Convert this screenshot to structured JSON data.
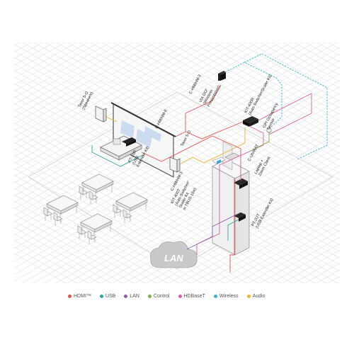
{
  "labels": {
    "tavor_left": [
      "Tavor 5-O",
      "(Speakers)"
    ],
    "c_hm_6": "C-HM/HM-6",
    "c_hm_3_top": "C-HM/HM-3",
    "via_go": [
      "VIA GO²",
      "(Wireless",
      "Presentation)"
    ],
    "kit400r": [
      "KIT-400R",
      "(Auto-Switcher/Scaler Kit)"
    ],
    "gpi": [
      "GPI Occupancy",
      "Sensor"
    ],
    "tavor_right": "Tavor 5-O",
    "pt20r": [
      "PT-20R",
      "(USB",
      "Extender Kit)"
    ],
    "c_hm_3_mid": "C-HM/HM-3",
    "c_unikat": "C-UNIKAT",
    "laptop": [
      "Laptop +",
      "Zoom Client"
    ],
    "kit400t": [
      "KIT-400T",
      "(Auto-Switcher/",
      "Scaler Kit",
      "in TBUS-10xl)"
    ],
    "pt2ut": [
      "PT-2UT",
      "(USB Extender Kit)"
    ],
    "lan": "LAN"
  },
  "legend": [
    {
      "label": "HDMI™",
      "color": "#e2534b",
      "icon": "dot"
    },
    {
      "label": "USB",
      "color": "#2aa69a",
      "icon": "dot"
    },
    {
      "label": "LAN",
      "color": "#8c5aa8",
      "icon": "dot"
    },
    {
      "label": "Control",
      "color": "#7fb24a",
      "icon": "dot"
    },
    {
      "label": "HDBaseT",
      "color": "#d45fa6",
      "icon": "dot"
    },
    {
      "label": "Wireless",
      "color": "#3ab4d8",
      "icon": "dot"
    },
    {
      "label": "Audio",
      "color": "#f0b030",
      "icon": "dot"
    }
  ]
}
